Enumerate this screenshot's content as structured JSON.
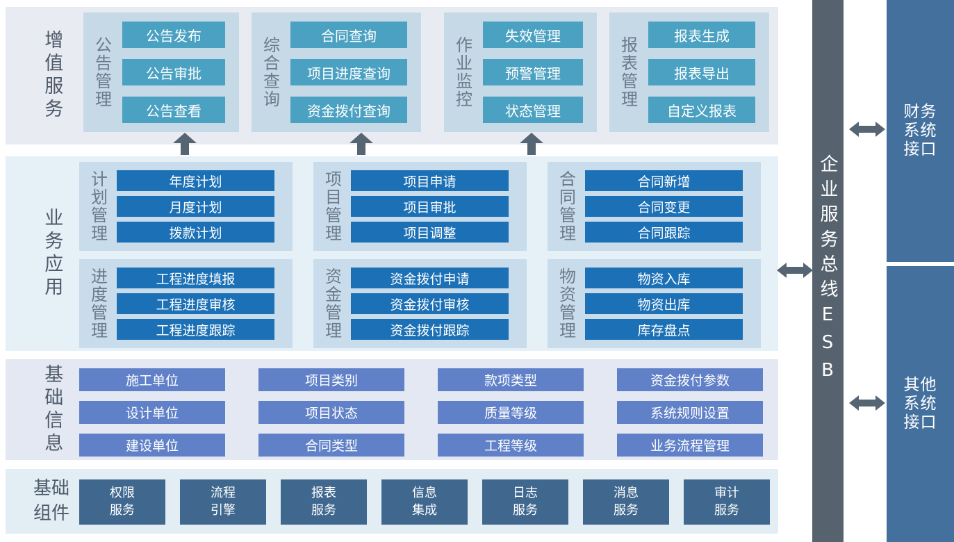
{
  "diagram_title": "",
  "palette": {
    "band_value_added_bg": "#e9ebf2",
    "band_business_bg": "#e6f0f7",
    "band_basic_info_bg": "#e4e8f2",
    "band_components_bg": "#e2eef3",
    "group_bg": "#c6d9e6",
    "chip_teal": "#4aa1c1",
    "chip_dark_blue": "#1b70b6",
    "chip_periwinkle": "#6081c8",
    "chip_slate": "#40688f",
    "esb_column": "#57626f",
    "interface_column": "#44709e",
    "arrow": "#566573",
    "band_label_text": "#4d5a6a",
    "group_label_text": "#6b7b8b"
  },
  "bands": {
    "value_added": {
      "label": "增值服务",
      "groups": [
        {
          "label": "公告管理",
          "items": [
            "公告发布",
            "公告审批",
            "公告查看"
          ]
        },
        {
          "label": "综合查询",
          "items": [
            "合同查询",
            "项目进度查询",
            "资金拨付查询"
          ]
        },
        {
          "label": "作业监控",
          "items": [
            "失效管理",
            "预警管理",
            "状态管理"
          ]
        },
        {
          "label": "报表管理",
          "items": [
            "报表生成",
            "报表导出",
            "自定义报表"
          ]
        }
      ]
    },
    "business": {
      "label": "业务应用",
      "groups": [
        {
          "label": "计划管理",
          "items": [
            "年度计划",
            "月度计划",
            "拨款计划"
          ]
        },
        {
          "label": "项目管理",
          "items": [
            "项目申请",
            "项目审批",
            "项目调整"
          ]
        },
        {
          "label": "合同管理",
          "items": [
            "合同新增",
            "合同变更",
            "合同跟踪"
          ]
        },
        {
          "label": "进度管理",
          "items": [
            "工程进度填报",
            "工程进度审核",
            "工程进度跟踪"
          ]
        },
        {
          "label": "资金管理",
          "items": [
            "资金拨付申请",
            "资金拨付审核",
            "资金拨付跟踪"
          ]
        },
        {
          "label": "物资管理",
          "items": [
            "物资入库",
            "物资出库",
            "库存盘点"
          ]
        }
      ]
    },
    "basic_info": {
      "label": "基础信息",
      "rows": [
        [
          "施工单位",
          "项目类别",
          "款项类型",
          "资金拨付参数"
        ],
        [
          "设计单位",
          "项目状态",
          "质量等级",
          "系统规则设置"
        ],
        [
          "建设单位",
          "合同类型",
          "工程等级",
          "业务流程管理"
        ]
      ]
    },
    "components": {
      "label": "基础\n组件",
      "items": [
        "权限\n服务",
        "流程\n引擎",
        "报表\n服务",
        "信息\n集成",
        "日志\n服务",
        "消息\n服务",
        "审计\n服务"
      ]
    }
  },
  "esb": {
    "label": "企业服务总线ESB"
  },
  "interfaces": {
    "finance": {
      "label": "财务\n系统\n接口"
    },
    "other": {
      "label": "其他\n系统\n接口"
    }
  }
}
